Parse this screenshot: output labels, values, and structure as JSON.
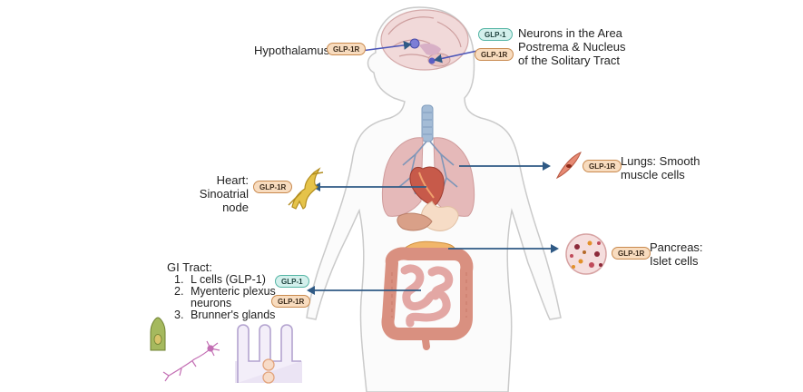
{
  "receptor_badge": "GLP-1R",
  "ligand_badge": "GLP-1",
  "brain": {
    "hypothalamus_label": "Hypothalamus",
    "neurons_label_lines": [
      "Neurons in the Area",
      "Postrema & Nucleus",
      "of the Solitary Tract"
    ]
  },
  "heart": {
    "label_lines": [
      "Heart:",
      "Sinoatrial node"
    ]
  },
  "lungs": {
    "label_lines": [
      "Lungs: Smooth",
      "muscle cells"
    ]
  },
  "pancreas": {
    "label_lines": [
      "Pancreas:",
      "Islet cells"
    ]
  },
  "gi": {
    "title": "GI Tract:",
    "items": [
      {
        "num": "1.",
        "lines": [
          "L cells (GLP-1)"
        ]
      },
      {
        "num": "2.",
        "lines": [
          "Myenteric plexus",
          "neurons"
        ]
      },
      {
        "num": "3.",
        "lines": [
          "Brunner's glands"
        ]
      }
    ]
  },
  "colors": {
    "arrow": "#2f5a85",
    "receptor_fill": "#f8dcbf",
    "receptor_border": "#c98a4f",
    "ligand_fill": "#d3f0ec",
    "ligand_border": "#55b5a5",
    "body_outline": "#c9c9c9"
  }
}
